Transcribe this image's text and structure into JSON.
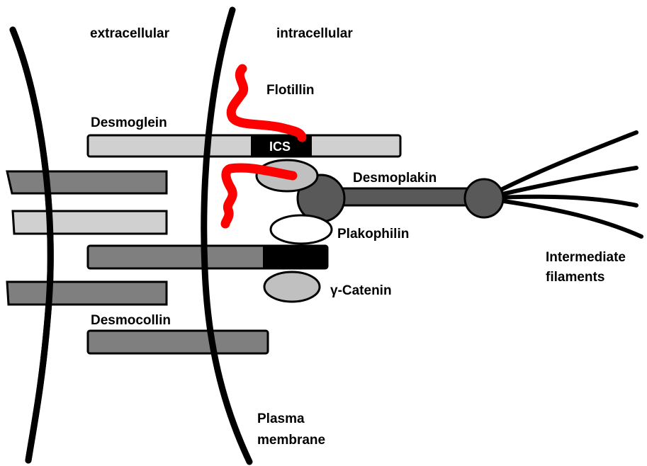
{
  "labels": {
    "extracellular": "extracellular",
    "intracellular": "intracellular",
    "flotillin": "Flotillin",
    "desmoglein": "Desmoglein",
    "ics": "ICS",
    "desmoplakin": "Desmoplakin",
    "plakophilin": "Plakophilin",
    "intermediate_line1": "Intermediate",
    "intermediate_line2": "filaments",
    "gamma_catenin": "γ-Catenin",
    "desmocollin": "Desmocollin",
    "plasma_line1": "Plasma",
    "plasma_line2": "membrane"
  },
  "colors": {
    "membrane": "#000000",
    "flotillin": "#ff0000",
    "desmoglein": "#d0d0d0",
    "desmocollin": "#7f7f7f",
    "ics": "#000000",
    "desmoplakin": "#595959",
    "plakoglobin": "#c0c0c0",
    "plakophilin": "#ffffff"
  }
}
